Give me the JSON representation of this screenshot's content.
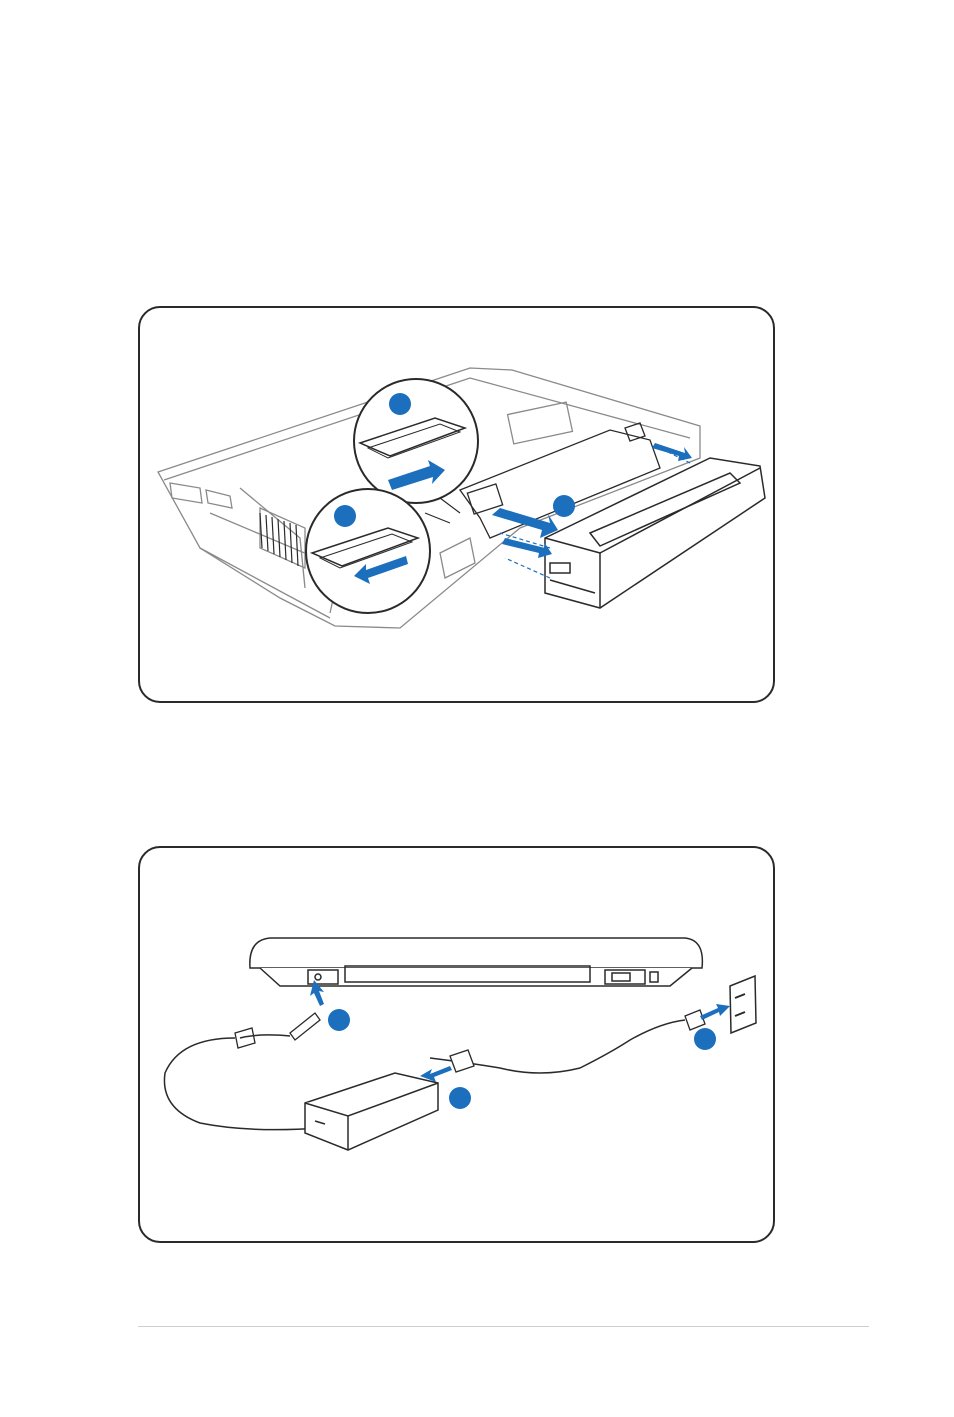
{
  "page": {
    "background": "#ffffff"
  },
  "colors": {
    "accent_blue": "#1b6fbd",
    "line": "#2a2a2a",
    "light_line": "#8a8a8a"
  },
  "figures": [
    {
      "id": "battery-installation",
      "icons": [
        "laptop-underside-icon",
        "battery-pack-icon",
        "battery-lock-switch-icon",
        "battery-latch-switch-icon",
        "insert-arrow-icon"
      ],
      "step_markers": 3
    },
    {
      "id": "power-connection",
      "icons": [
        "laptop-rear-icon",
        "power-adapter-icon",
        "wall-outlet-icon",
        "dc-plug-icon",
        "ac-plug-icon"
      ],
      "step_markers": 3
    }
  ]
}
